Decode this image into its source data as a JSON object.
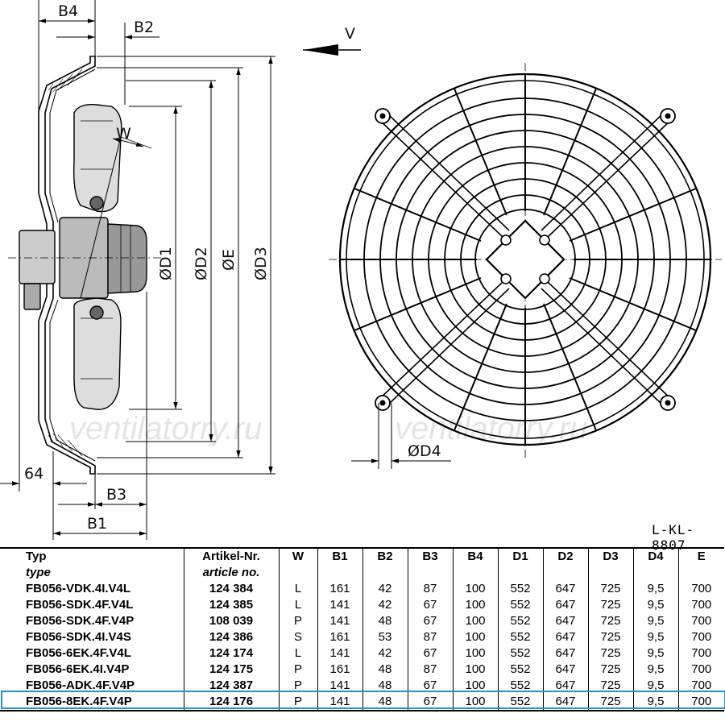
{
  "drawing": {
    "view_arrow_label": "V",
    "labels": {
      "b4": "B4",
      "b2": "B2",
      "w": "W",
      "b3": "B3",
      "b1": "B1",
      "dim64": "64",
      "d1": "ØD1",
      "d2": "ØD2",
      "e": "ØE",
      "d3": "ØD3",
      "d4": "ØD4"
    },
    "watermark": "ventilatorry.ru",
    "drawing_ref": "L-KL-8807"
  },
  "table": {
    "headers": [
      {
        "main": "Typ",
        "sub": "type"
      },
      {
        "main": "Artikel-Nr.",
        "sub": "article no."
      },
      {
        "main": "W",
        "sub": ""
      },
      {
        "main": "B1",
        "sub": ""
      },
      {
        "main": "B2",
        "sub": ""
      },
      {
        "main": "B3",
        "sub": ""
      },
      {
        "main": "B4",
        "sub": ""
      },
      {
        "main": "D1",
        "sub": ""
      },
      {
        "main": "D2",
        "sub": ""
      },
      {
        "main": "D3",
        "sub": ""
      },
      {
        "main": "D4",
        "sub": ""
      },
      {
        "main": "E",
        "sub": ""
      }
    ],
    "rows": [
      [
        "FB056-VDK.4I.V4L",
        "124 384",
        "L",
        "161",
        "42",
        "87",
        "100",
        "552",
        "647",
        "725",
        "9,5",
        "700"
      ],
      [
        "FB056-SDK.4F.V4L",
        "124 385",
        "L",
        "141",
        "42",
        "67",
        "100",
        "552",
        "647",
        "725",
        "9,5",
        "700"
      ],
      [
        "FB056-SDK.4F.V4P",
        "108 039",
        "P",
        "141",
        "48",
        "67",
        "100",
        "552",
        "647",
        "725",
        "9,5",
        "700"
      ],
      [
        "FB056-SDK.4I.V4S",
        "124 386",
        "S",
        "161",
        "53",
        "87",
        "100",
        "552",
        "647",
        "725",
        "9,5",
        "700"
      ],
      [
        "FB056-6EK.4F.V4L",
        "124 174",
        "L",
        "141",
        "42",
        "67",
        "100",
        "552",
        "647",
        "725",
        "9,5",
        "700"
      ],
      [
        "FB056-6EK.4I.V4P",
        "124 175",
        "P",
        "161",
        "48",
        "87",
        "100",
        "552",
        "647",
        "725",
        "9,5",
        "700"
      ],
      [
        "FB056-ADK.4F.V4P",
        "124 387",
        "P",
        "141",
        "48",
        "67",
        "100",
        "552",
        "647",
        "725",
        "9,5",
        "700"
      ],
      [
        "FB056-8EK.4F.V4P",
        "124 176",
        "P",
        "141",
        "48",
        "67",
        "100",
        "552",
        "647",
        "725",
        "9,5",
        "700"
      ]
    ],
    "highlighted_row": 6,
    "highlight_color": "#2a8fd0"
  }
}
